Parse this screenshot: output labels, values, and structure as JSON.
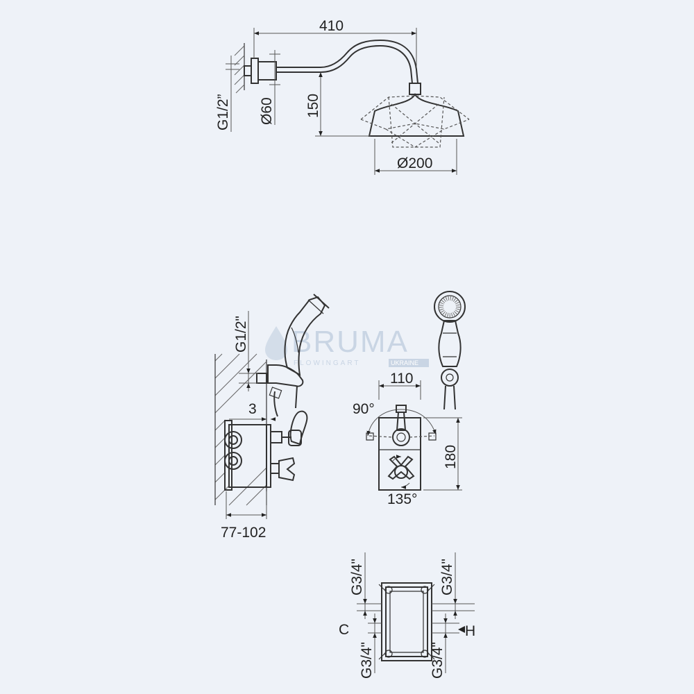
{
  "watermark": {
    "brand": "BRUMA",
    "tagline": "FLOWINGART",
    "region": "UKRAINE"
  },
  "shower_head": {
    "arm_length": "410",
    "thread": "G1/2”",
    "flange_diameter": "Ø60",
    "drop": "150",
    "head_diameter": "Ø200"
  },
  "side_view": {
    "thread": "G1/2\"",
    "offset": "3",
    "depth": "77-102"
  },
  "front_view": {
    "width": "110",
    "angle_top": "90°",
    "height": "180",
    "angle_bottom": "135°"
  },
  "box_view": {
    "left_top": "G3/4\"",
    "left_bottom": "G3/4\"",
    "right_top": "G3/4\"",
    "right_bottom": "G3/4\"",
    "cold": "C",
    "hot": "H"
  }
}
